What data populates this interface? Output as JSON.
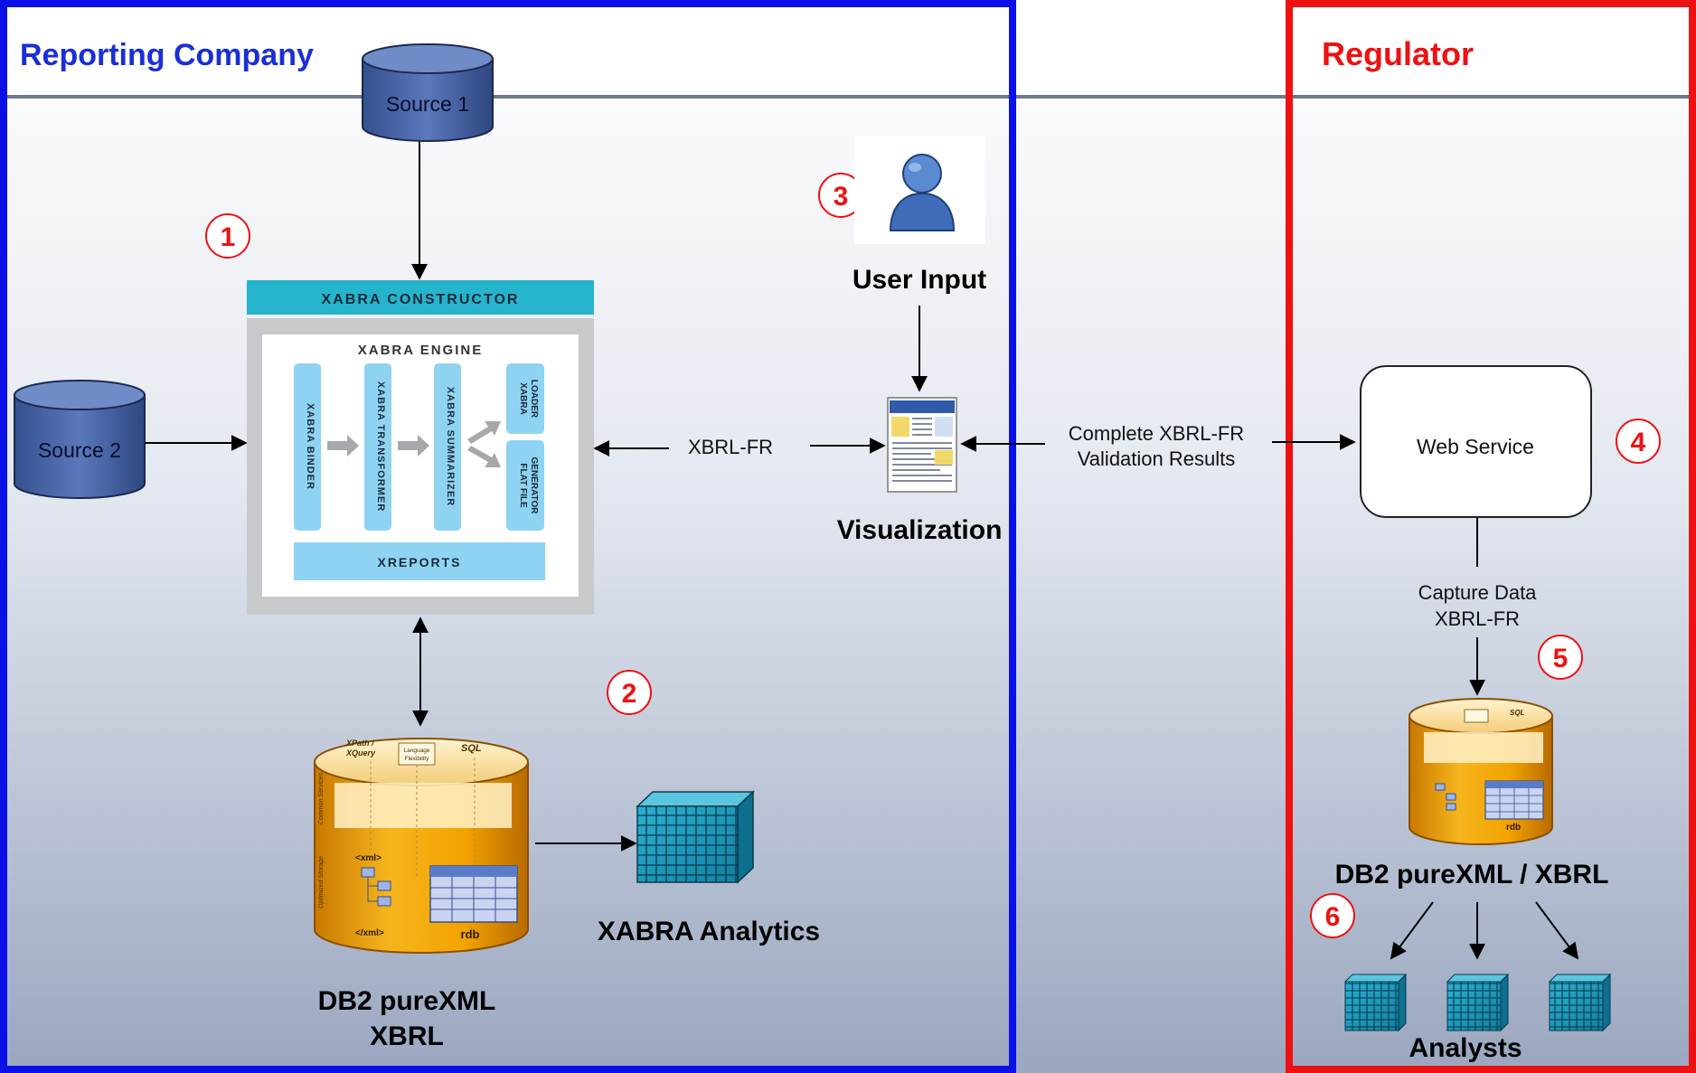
{
  "regions": {
    "reporting_company": "Reporting Company",
    "regulator": "Regulator"
  },
  "sources": {
    "source1": "Source 1",
    "source2": "Source 2"
  },
  "xabra": {
    "constructor": "XABRA CONSTRUCTOR",
    "engine": "XABRA ENGINE",
    "binder": "XABRA BINDER",
    "transformer": "XABRA TRANSFORMER",
    "summarizer": "XABRA SUMMARIZER",
    "loader_line1": "XABRA",
    "loader_line2": "LOADER",
    "flatfile_line1": "FLAT FILE",
    "flatfile_line2": "GENERATOR",
    "xreports": "XREPORTS"
  },
  "db_left": {
    "xpath_line1": "XPath /",
    "xpath_line2": "XQuery",
    "sql": "SQL",
    "lang_line1": "Language",
    "lang_line2": "Flexibility",
    "common_services": "Common Services",
    "optimized_storage": "Optimized Storage",
    "xml_open": "<xml>",
    "xml_close": "</xml>",
    "rdb": "rdb",
    "caption_line1": "DB2 pureXML",
    "caption_line2": "XBRL"
  },
  "db_right": {
    "rdb": "rdb",
    "sql": "SQL",
    "caption": "DB2 pureXML / XBRL"
  },
  "analytics": "XABRA Analytics",
  "user_input": "User Input",
  "visualization": "Visualization",
  "edge_labels": {
    "xbrl_fr": "XBRL-FR",
    "complete_line1": "Complete XBRL-FR",
    "complete_line2": "Validation Results",
    "capture_line1": "Capture Data",
    "capture_line2": "XBRL-FR"
  },
  "web_service": "Web Service",
  "analysts": "Analysts",
  "steps": [
    "1",
    "2",
    "3",
    "4",
    "5",
    "6"
  ],
  "colors": {
    "reporting_border": "#0a10e6",
    "regulator_border": "#ee1111",
    "title_blue": "#1a2fd6",
    "title_red": "#ee1111",
    "teal": "#26b4cc",
    "light_blue": "#8fd3f2",
    "cylinder_blue": "#4a66a8",
    "cube_teal": "#1a95b8",
    "db_orange": "#f0a500"
  }
}
